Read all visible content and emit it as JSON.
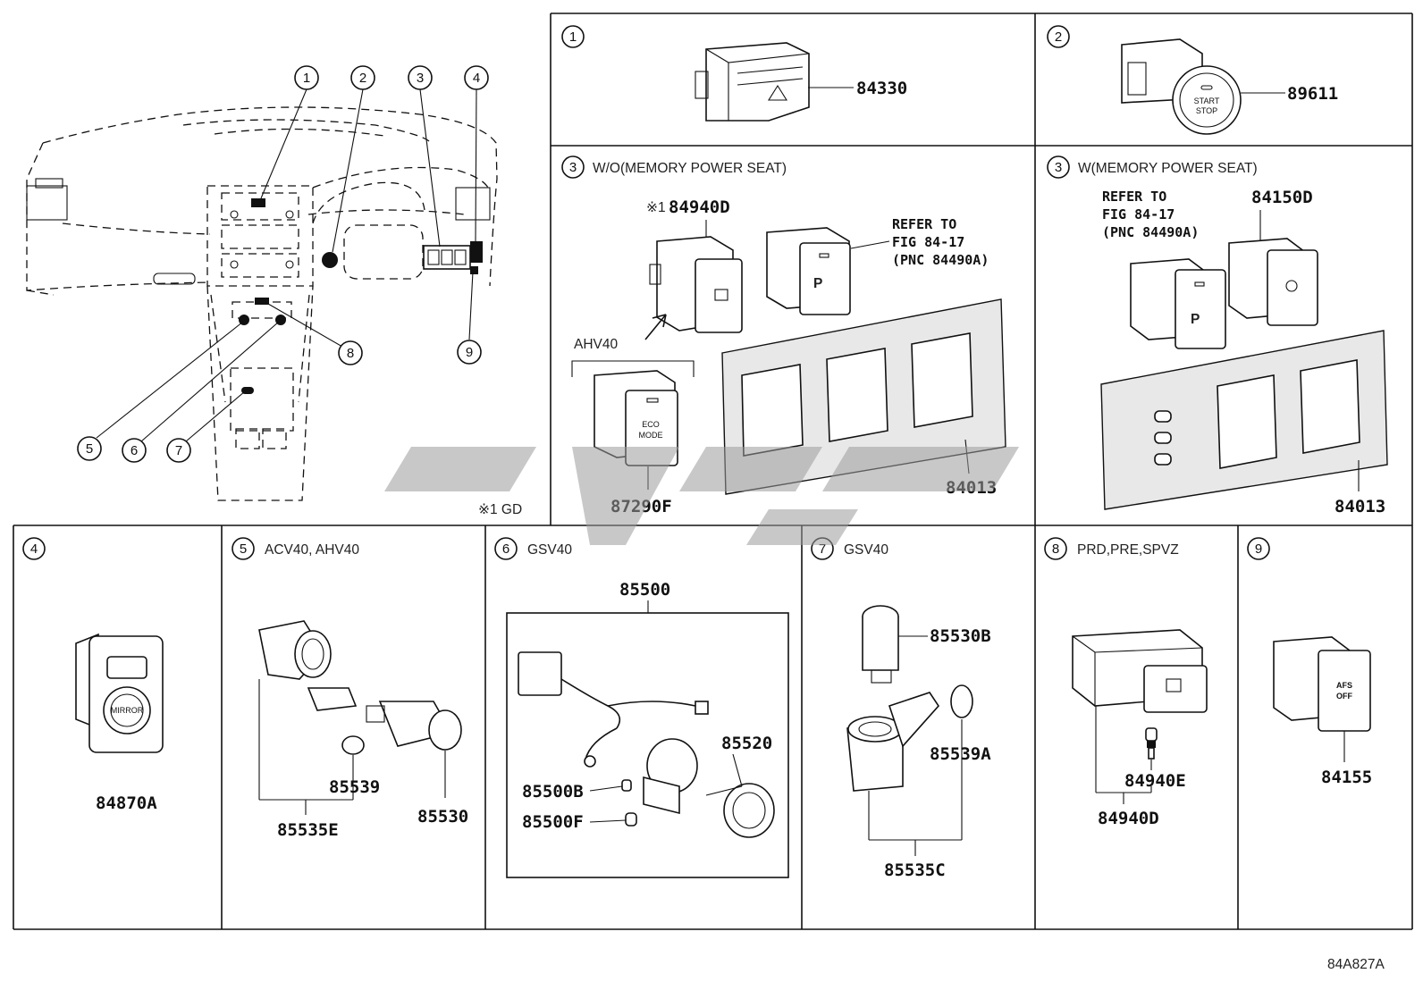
{
  "diagram_id": "84A827A",
  "overview": {
    "callouts": [
      "1",
      "2",
      "3",
      "4",
      "5",
      "6",
      "7",
      "8",
      "9"
    ],
    "footnote": "※1 GD"
  },
  "panels": [
    {
      "num": "1",
      "caption": "",
      "parts": [
        "84330"
      ]
    },
    {
      "num": "2",
      "caption": "",
      "parts": [
        "89611"
      ]
    },
    {
      "num": "3",
      "caption": "W/O(MEMORY POWER SEAT)",
      "note": "※1",
      "sub": "AHV40",
      "refer": [
        "REFER TO",
        "FIG 84-17",
        "(PNC 84490A)"
      ],
      "parts": [
        "84940D",
        "87290F",
        "84013"
      ],
      "switch_text": [
        "P",
        "ECO",
        "MODE"
      ]
    },
    {
      "num": "3",
      "caption": "W(MEMORY POWER SEAT)",
      "refer": [
        "REFER TO",
        "FIG 84-17",
        "(PNC 84490A)"
      ],
      "parts": [
        "84150D",
        "84013"
      ],
      "switch_text": [
        "P"
      ]
    },
    {
      "num": "4",
      "caption": "",
      "parts": [
        "84870A"
      ],
      "switch_text": [
        "MIRROR"
      ]
    },
    {
      "num": "5",
      "caption": "ACV40, AHV40",
      "parts": [
        "85539",
        "85530",
        "85535E"
      ]
    },
    {
      "num": "6",
      "caption": "GSV40",
      "parts": [
        "85500",
        "85520",
        "85500B",
        "85500F"
      ]
    },
    {
      "num": "7",
      "caption": "GSV40",
      "parts": [
        "85530B",
        "85539A",
        "85535C"
      ]
    },
    {
      "num": "8",
      "caption": "PRD,PRE,SPVZ",
      "parts": [
        "84940E",
        "84940D"
      ]
    },
    {
      "num": "9",
      "caption": "",
      "parts": [
        "84155"
      ],
      "switch_text": [
        "AFS",
        "OFF"
      ]
    }
  ]
}
